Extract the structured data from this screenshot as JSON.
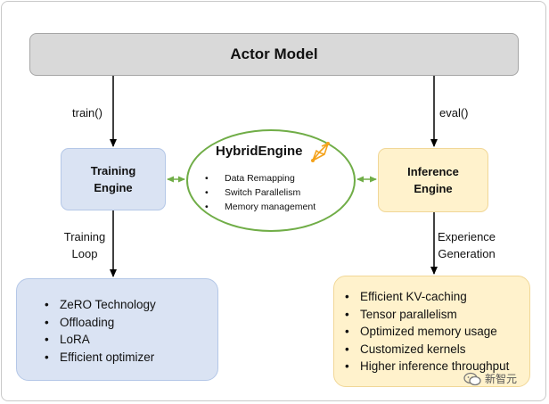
{
  "actor_model": {
    "label": "Actor Model"
  },
  "edges": {
    "train": "train()",
    "eval": "eval()"
  },
  "training_engine": {
    "line1": "Training",
    "line2": "Engine"
  },
  "inference_engine": {
    "line1": "Inference",
    "line2": "Engine"
  },
  "hybrid_engine": {
    "title": "HybridEngine",
    "items": [
      "Data Remapping",
      "Switch Parallelism",
      "Memory management"
    ]
  },
  "training_loop": {
    "line1": "Training",
    "line2": "Loop"
  },
  "experience_generation": {
    "line1": "Experience",
    "line2": "Generation"
  },
  "training_features": [
    "ZeRO Technology",
    "Offloading",
    "LoRA",
    "Efficient optimizer"
  ],
  "inference_features": [
    "Efficient KV-caching",
    "Tensor parallelism",
    "Optimized memory usage",
    "Customized kernels",
    "Higher inference throughput"
  ],
  "watermark": {
    "text": "新智元"
  },
  "colors": {
    "actor_fill": "#d9d9d9",
    "training_fill": "#dae3f3",
    "inference_fill": "#fff2cc",
    "hybrid_border": "#70ad47",
    "logo_orange": "#f4a21b"
  }
}
